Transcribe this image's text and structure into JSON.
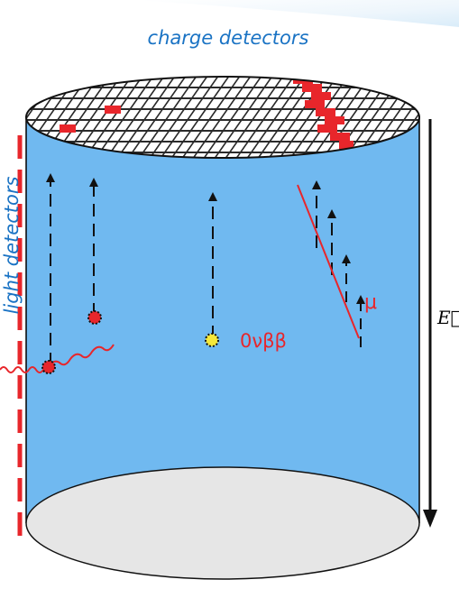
{
  "labels": {
    "charge_detectors": "charge detectors",
    "light_detectors": "light detectors",
    "signal": "0νββ",
    "muon": "μ",
    "field": "E⃗"
  },
  "colors": {
    "liquid": "#70b9f0",
    "accent_red": "#e8262b",
    "label_blue": "#1a73c4",
    "bottom_cap": "#e6e6e6",
    "grid": "#2b2b2b"
  }
}
